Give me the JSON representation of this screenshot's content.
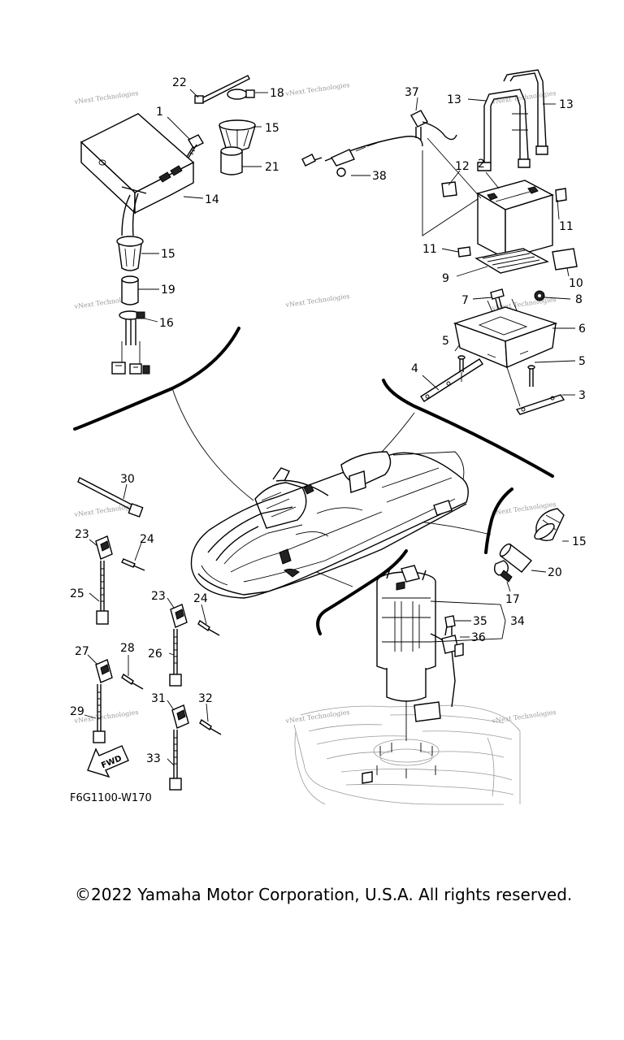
{
  "callouts": [
    {
      "id": "c1",
      "label": "1"
    },
    {
      "id": "c2",
      "label": "2"
    },
    {
      "id": "c3",
      "label": "3"
    },
    {
      "id": "c4",
      "label": "4"
    },
    {
      "id": "c5a",
      "label": "5"
    },
    {
      "id": "c5b",
      "label": "5"
    },
    {
      "id": "c6",
      "label": "6"
    },
    {
      "id": "c7",
      "label": "7"
    },
    {
      "id": "c8",
      "label": "8"
    },
    {
      "id": "c9",
      "label": "9"
    },
    {
      "id": "c10",
      "label": "10"
    },
    {
      "id": "c11a",
      "label": "11"
    },
    {
      "id": "c11b",
      "label": "11"
    },
    {
      "id": "c12",
      "label": "12"
    },
    {
      "id": "c13a",
      "label": "13"
    },
    {
      "id": "c13b",
      "label": "13"
    },
    {
      "id": "c14",
      "label": "14"
    },
    {
      "id": "c15a",
      "label": "15"
    },
    {
      "id": "c15b",
      "label": "15"
    },
    {
      "id": "c15c",
      "label": "15"
    },
    {
      "id": "c16",
      "label": "16"
    },
    {
      "id": "c17",
      "label": "17"
    },
    {
      "id": "c18",
      "label": "18"
    },
    {
      "id": "c19",
      "label": "19"
    },
    {
      "id": "c20",
      "label": "20"
    },
    {
      "id": "c21",
      "label": "21"
    },
    {
      "id": "c22",
      "label": "22"
    },
    {
      "id": "c23a",
      "label": "23"
    },
    {
      "id": "c23b",
      "label": "23"
    },
    {
      "id": "c24a",
      "label": "24"
    },
    {
      "id": "c24b",
      "label": "24"
    },
    {
      "id": "c25",
      "label": "25"
    },
    {
      "id": "c26",
      "label": "26"
    },
    {
      "id": "c27",
      "label": "27"
    },
    {
      "id": "c28",
      "label": "28"
    },
    {
      "id": "c29",
      "label": "29"
    },
    {
      "id": "c30",
      "label": "30"
    },
    {
      "id": "c31",
      "label": "31"
    },
    {
      "id": "c32",
      "label": "32"
    },
    {
      "id": "c33",
      "label": "33"
    },
    {
      "id": "c34",
      "label": "34"
    },
    {
      "id": "c35",
      "label": "35"
    },
    {
      "id": "c36",
      "label": "36"
    },
    {
      "id": "c37",
      "label": "37"
    },
    {
      "id": "c38",
      "label": "38"
    }
  ],
  "fwd_label": "FWD",
  "watermark": "vNext Technologies",
  "drawing_code": "F6G1100-W170",
  "copyright": "©2022 Yamaha Motor Corporation, U.S.A. All rights reserved."
}
